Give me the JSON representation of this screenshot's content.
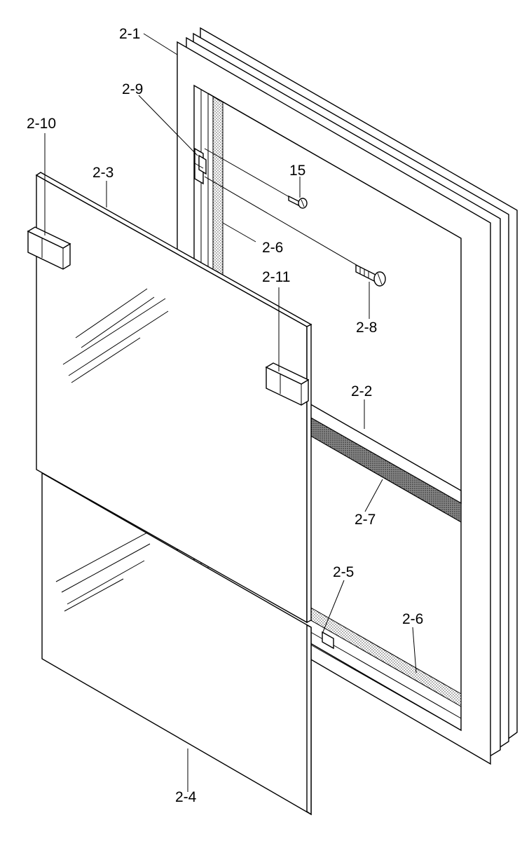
{
  "labels": {
    "l_2_1": "2-1",
    "l_2_9": "2-9",
    "l_2_10": "2-10",
    "l_2_3": "2-3",
    "l_15": "15",
    "l_2_6_top": "2-6",
    "l_2_11": "2-11",
    "l_2_8": "2-8",
    "l_2_2": "2-2",
    "l_2_7": "2-7",
    "l_2_5": "2-5",
    "l_2_6_bottom": "2-6",
    "l_2_4": "2-4"
  }
}
